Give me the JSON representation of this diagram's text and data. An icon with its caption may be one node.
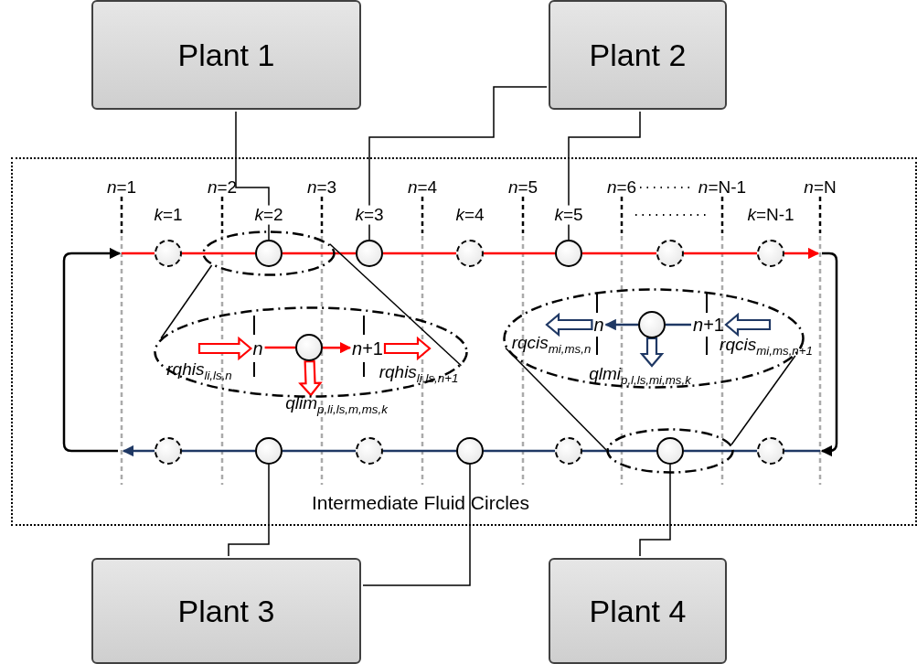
{
  "diagram": {
    "nodes": [
      {
        "text": [
          "Plant 1"
        ]
      },
      {
        "text": [
          "Plant 2"
        ]
      },
      {
        "text": [
          "Intermediate Fluid Circles"
        ]
      },
      {
        "text": [],
        "shape": "ellipse",
        "in": 2
      },
      {
        "text": [],
        "shape": "circle",
        "in": 2,
        "beside": [
          "*k*=1"
        ]
      },
      {
        "text": [],
        "shape": "circle",
        "in": 3,
        "beside": [
          "*k*=2"
        ]
      },
      {
        "text": [],
        "shape": "circle",
        "in": 2,
        "beside": [
          "*k*=3"
        ]
      },
      {
        "text": [],
        "shape": "circle",
        "in": 2,
        "beside": [
          "*k*=4"
        ]
      },
      {
        "text": [],
        "shape": "circle",
        "in": 2,
        "beside": [
          "*k*=5"
        ]
      },
      {
        "text": [],
        "shape": "circle",
        "in": 2
      },
      {
        "text": [],
        "shape": "circle",
        "in": 2,
        "beside": [
          "*k*=N-1"
        ]
      },
      {
        "text": [],
        "shape": "ellipse",
        "in": 2
      },
      {
        "text": [
          "*n*"
        ],
        "in": 11
      },
      {
        "text": [],
        "shape": "circle",
        "in": 11
      },
      {
        "text": [
          "*n*+1"
        ],
        "in": 11
      },
      {
        "text": [],
        "shape": "ellipse",
        "in": 2
      },
      {
        "text": [
          "*n*"
        ],
        "in": 15
      },
      {
        "text": [],
        "shape": "circle",
        "in": 15
      },
      {
        "text": [
          "*n*+1"
        ],
        "in": 15
      },
      {
        "text": [],
        "shape": "ellipse",
        "in": 2
      },
      {
        "text": [],
        "shape": "circle",
        "in": 2
      },
      {
        "text": [],
        "shape": "circle",
        "in": 2
      },
      {
        "text": [],
        "shape": "circle",
        "in": 2
      },
      {
        "text": [],
        "shape": "circle",
        "in": 2
      },
      {
        "text": [],
        "shape": "circle",
        "in": 2
      },
      {
        "text": [],
        "shape": "circle",
        "in": 19
      },
      {
        "text": [],
        "shape": "circle",
        "in": 2
      },
      {
        "text": [
          "Plant 3"
        ]
      },
      {
        "text": [
          "Plant 4"
        ]
      }
    ],
    "edges": [
      {
        "from": 0,
        "to": 5,
        "arrow": "none"
      },
      {
        "from": 1,
        "to": 6,
        "arrow": "none"
      },
      {
        "from": 1,
        "to": 8,
        "arrow": "none"
      },
      {
        "from": 27,
        "to": 21,
        "arrow": "none"
      },
      {
        "from": 27,
        "to": 23,
        "arrow": "none"
      },
      {
        "from": 28,
        "to": 25,
        "arrow": "none"
      },
      {
        "from": null,
        "to": 4,
        "arrow": "none",
        "color": "#ff0000"
      },
      {
        "from": 4,
        "to": 5,
        "arrow": "none",
        "color": "#ff0000"
      },
      {
        "from": 5,
        "to": 6,
        "arrow": "none",
        "color": "#ff0000"
      },
      {
        "from": 6,
        "to": 7,
        "arrow": "none",
        "color": "#ff0000"
      },
      {
        "from": 7,
        "to": 8,
        "arrow": "none",
        "color": "#ff0000"
      },
      {
        "from": 8,
        "to": 9,
        "arrow": "none",
        "color": "#ff0000"
      },
      {
        "from": 9,
        "to": 10,
        "arrow": "none",
        "color": "#ff0000"
      },
      {
        "from": 10,
        "to": null,
        "arrow": "to",
        "color": "#ff0000"
      },
      {
        "from": null,
        "to": 26,
        "arrow": "none",
        "color": "#1f3864"
      },
      {
        "from": 26,
        "to": 25,
        "arrow": "none",
        "color": "#1f3864"
      },
      {
        "from": 25,
        "to": 24,
        "arrow": "none",
        "color": "#1f3864"
      },
      {
        "from": 24,
        "to": 23,
        "arrow": "none",
        "color": "#1f3864"
      },
      {
        "from": 23,
        "to": 22,
        "arrow": "none",
        "color": "#1f3864"
      },
      {
        "from": 22,
        "to": 21,
        "arrow": "none",
        "color": "#1f3864"
      },
      {
        "from": 21,
        "to": 20,
        "arrow": "none",
        "color": "#1f3864"
      },
      {
        "from": 20,
        "to": null,
        "arrow": "to",
        "color": "#1f3864"
      },
      {
        "from": 3,
        "to": 11,
        "arrow": "none"
      },
      {
        "from": 3,
        "to": 11,
        "arrow": "none"
      },
      {
        "from": 19,
        "to": 15,
        "arrow": "none"
      },
      {
        "from": 19,
        "to": 15,
        "arrow": "none"
      },
      {
        "from": null,
        "to": 12,
        "arrow": "to",
        "style": "thick",
        "color": "#ff0000",
        "label": "rqhis$_{li,ls,n}$"
      },
      {
        "from": 12,
        "to": 13,
        "arrow": "none",
        "color": "#ff0000"
      },
      {
        "from": 13,
        "to": 14,
        "arrow": "to",
        "color": "#ff0000"
      },
      {
        "from": 14,
        "to": null,
        "arrow": "to",
        "style": "thick",
        "color": "#ff0000",
        "label": "rqhis$_{li,ls,n+1}$"
      },
      {
        "from": 13,
        "to": null,
        "arrow": "to",
        "style": "thick",
        "color": "#ff0000",
        "label": "qlim$_{p,li,ls,m,ms,k}$"
      },
      {
        "from": null,
        "to": 18,
        "arrow": "to",
        "style": "thick",
        "color": "#1f3864",
        "label": "rqcis$_{mi,ms,n+1}$"
      },
      {
        "from": 18,
        "to": 17,
        "arrow": "none",
        "color": "#1f3864"
      },
      {
        "from": 17,
        "to": 16,
        "arrow": "to",
        "color": "#1f3864"
      },
      {
        "from": 16,
        "to": null,
        "arrow": "to",
        "style": "thick",
        "color": "#1f3864",
        "label": "rqcis$_{mi,ms,n}$"
      },
      {
        "from": 17,
        "to": null,
        "arrow": "to",
        "style": "thick",
        "color": "#1f3864",
        "label": "qlmi$_{p,l,ls,mi,ms,k}$"
      }
    ],
    "labels": [
      "*n*=1",
      "*n*=2",
      "*n*=3",
      "*n*=4",
      "*n*=5",
      "*n*=6",
      "*n*=N-1",
      "*n*=N"
    ]
  }
}
